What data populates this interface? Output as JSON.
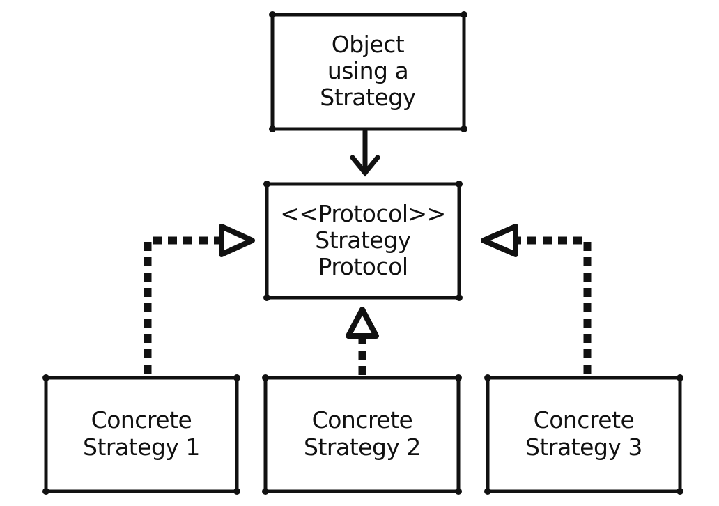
{
  "diagram": {
    "type": "strategy-pattern-class-diagram",
    "colors": {
      "stroke": "#111111",
      "fill": "#ffffff"
    },
    "nodes": {
      "context": {
        "lines": [
          "Object",
          "using a",
          "Strategy"
        ]
      },
      "protocol": {
        "lines": [
          "<<Protocol>>",
          "Strategy",
          "Protocol"
        ]
      },
      "concrete1": {
        "lines": [
          "Concrete",
          "Strategy 1"
        ]
      },
      "concrete2": {
        "lines": [
          "Concrete",
          "Strategy 2"
        ]
      },
      "concrete3": {
        "lines": [
          "Concrete",
          "Strategy 3"
        ]
      }
    },
    "edges": [
      {
        "from": "context",
        "to": "protocol",
        "style": "solid",
        "arrow": "open"
      },
      {
        "from": "concrete1",
        "to": "protocol",
        "style": "dashed",
        "arrow": "hollow-triangle"
      },
      {
        "from": "concrete2",
        "to": "protocol",
        "style": "dashed",
        "arrow": "hollow-triangle"
      },
      {
        "from": "concrete3",
        "to": "protocol",
        "style": "dashed",
        "arrow": "hollow-triangle"
      }
    ]
  }
}
